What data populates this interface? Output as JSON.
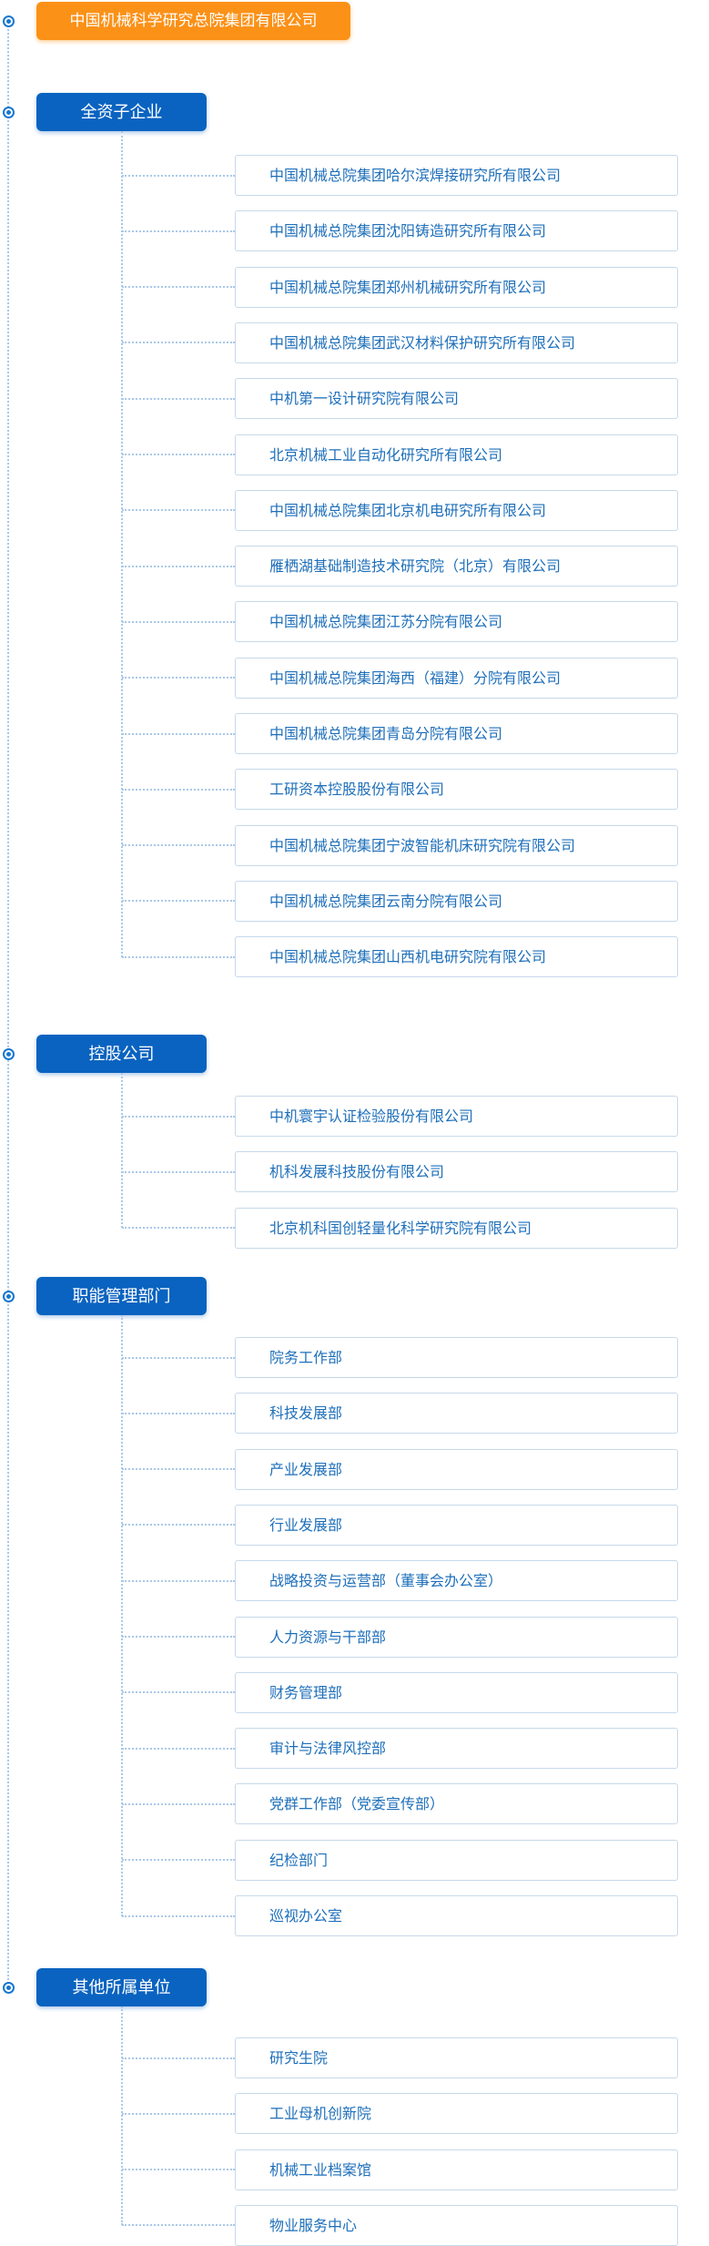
{
  "root": {
    "label": "中国机械科学研究总院集团有限公司"
  },
  "sections": [
    {
      "label": "全资子企业",
      "items": [
        "中国机械总院集团哈尔滨焊接研究所有限公司",
        "中国机械总院集团沈阳铸造研究所有限公司",
        "中国机械总院集团郑州机械研究所有限公司",
        "中国机械总院集团武汉材料保护研究所有限公司",
        "中机第一设计研究院有限公司",
        "北京机械工业自动化研究所有限公司",
        "中国机械总院集团北京机电研究所有限公司",
        "雁栖湖基础制造技术研究院（北京）有限公司",
        "中国机械总院集团江苏分院有限公司",
        "中国机械总院集团海西（福建）分院有限公司",
        "中国机械总院集团青岛分院有限公司",
        "工研资本控股股份有限公司",
        "中国机械总院集团宁波智能机床研究院有限公司",
        "中国机械总院集团云南分院有限公司",
        "中国机械总院集团山西机电研究院有限公司"
      ]
    },
    {
      "label": "控股公司",
      "items": [
        "中机寰宇认证检验股份有限公司",
        "机科发展科技股份有限公司",
        "北京机科国创轻量化科学研究院有限公司"
      ]
    },
    {
      "label": "职能管理部门",
      "items": [
        "院务工作部",
        "科技发展部",
        "产业发展部",
        "行业发展部",
        "战略投资与运营部（董事会办公室）",
        "人力资源与干部部",
        "财务管理部",
        "审计与法律风控部",
        "党群工作部（党委宣传部）",
        "纪检部门",
        "巡视办公室"
      ]
    },
    {
      "label": "其他所属单位",
      "items": [
        "研究生院",
        "工业母机创新院",
        "机械工业档案馆",
        "物业服务中心"
      ]
    }
  ],
  "colors": {
    "root_bg": "#fb9117",
    "section_bg": "#0a63c0",
    "item_text": "#1e6fba",
    "connector": "#a9c9e9",
    "bullet": "#1677d0"
  }
}
